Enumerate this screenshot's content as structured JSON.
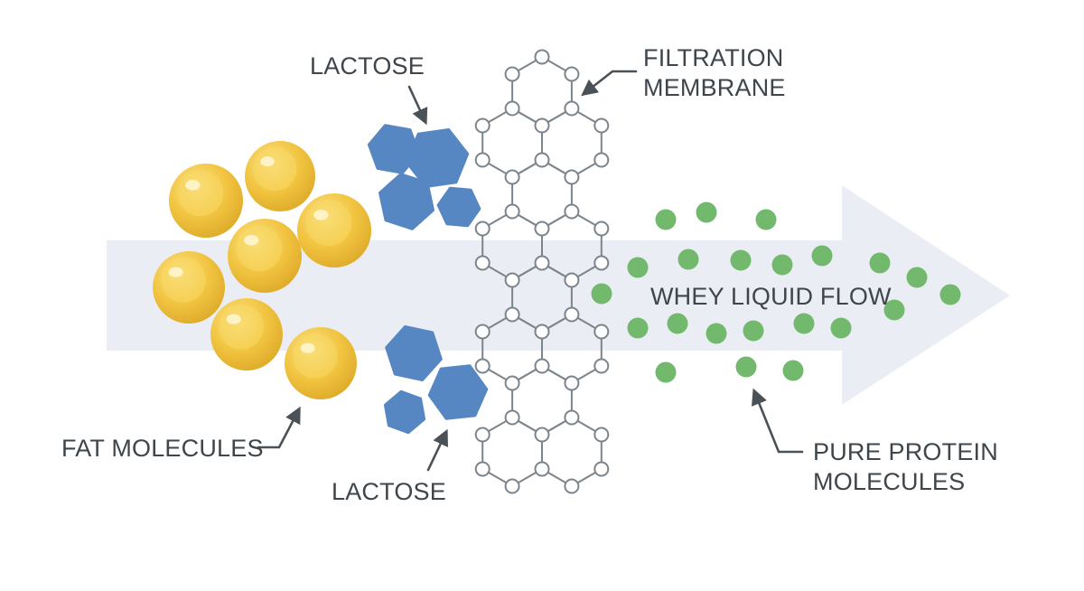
{
  "labels": {
    "lactose_top": "LACTOSE",
    "lactose_bottom": "LACTOSE",
    "membrane_line1": "FILTRATION",
    "membrane_line2": "MEMBRANE",
    "flow": "WHEY LIQUID FLOW",
    "fat": "FAT MOLECULES",
    "protein_line1": "PURE PROTEIN",
    "protein_line2": "MOLECULES"
  },
  "colors": {
    "fat": "#f2c541",
    "lactose": "#5687c3",
    "protein": "#72b86d",
    "membrane": "#7d858c",
    "flow_arrow": "#eaedf4",
    "text": "#3e454b"
  },
  "icons": {
    "fat_molecule": "sphere-icon",
    "lactose_molecule": "hexagon-icon",
    "protein_molecule": "dot-icon",
    "membrane": "hexagonal-lattice-icon"
  }
}
